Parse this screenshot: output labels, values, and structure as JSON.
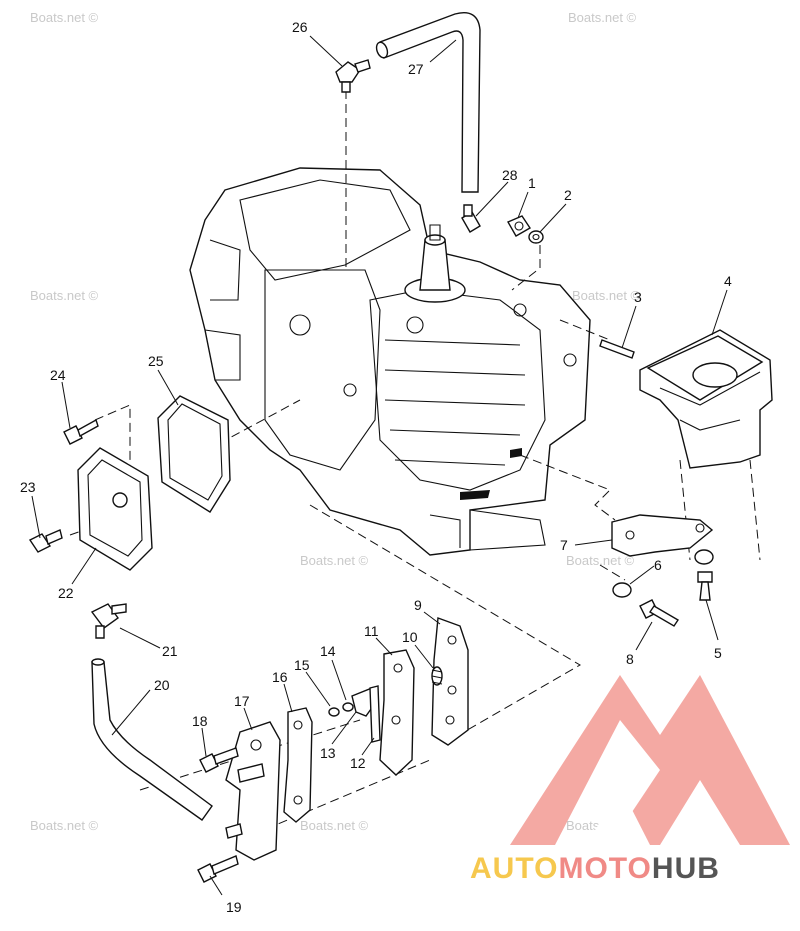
{
  "callouts": [
    {
      "id": "c1",
      "text": "1"
    },
    {
      "id": "c2",
      "text": "2"
    },
    {
      "id": "c3",
      "text": "3"
    },
    {
      "id": "c4",
      "text": "4"
    },
    {
      "id": "c5",
      "text": "5"
    },
    {
      "id": "c6",
      "text": "6"
    },
    {
      "id": "c7",
      "text": "7"
    },
    {
      "id": "c8",
      "text": "8"
    },
    {
      "id": "c9",
      "text": "9"
    },
    {
      "id": "c10",
      "text": "10"
    },
    {
      "id": "c11",
      "text": "11"
    },
    {
      "id": "c12",
      "text": "12"
    },
    {
      "id": "c13",
      "text": "13"
    },
    {
      "id": "c14",
      "text": "14"
    },
    {
      "id": "c15",
      "text": "15"
    },
    {
      "id": "c16",
      "text": "16"
    },
    {
      "id": "c17",
      "text": "17"
    },
    {
      "id": "c18",
      "text": "18"
    },
    {
      "id": "c19",
      "text": "19"
    },
    {
      "id": "c20",
      "text": "20"
    },
    {
      "id": "c21",
      "text": "21"
    },
    {
      "id": "c22",
      "text": "22"
    },
    {
      "id": "c23",
      "text": "23"
    },
    {
      "id": "c24",
      "text": "24"
    },
    {
      "id": "c25",
      "text": "25"
    },
    {
      "id": "c26",
      "text": "26"
    },
    {
      "id": "c27",
      "text": "27"
    },
    {
      "id": "c28",
      "text": "28"
    }
  ],
  "watermark": "Boats.net ©",
  "logo": {
    "part1": "AUTO",
    "part2": "MOTO",
    "part3": "HUB",
    "colors": {
      "auto": "#f6c84e",
      "moto": "#f08a86",
      "hub": "#555555",
      "mark": "#f29a93"
    }
  }
}
